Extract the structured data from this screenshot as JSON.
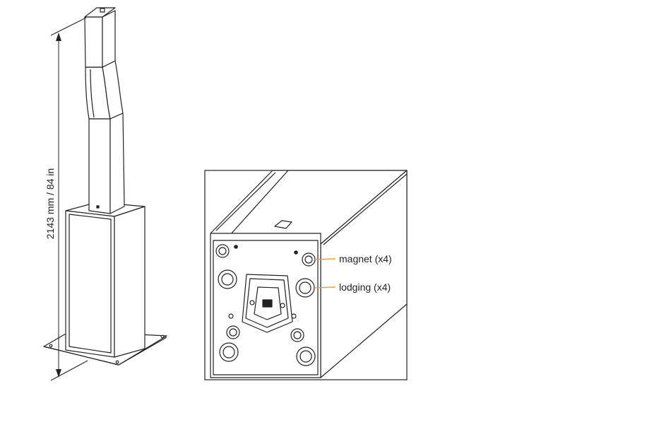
{
  "dimension": {
    "label": "2143 mm / 84 in"
  },
  "callouts": [
    {
      "id": "magnet",
      "text": "magnet (x4)"
    },
    {
      "id": "lodging",
      "text": "lodging (x4)"
    }
  ],
  "colors": {
    "line": "#222222",
    "leader": "#f0a030",
    "background": "#ffffff"
  }
}
